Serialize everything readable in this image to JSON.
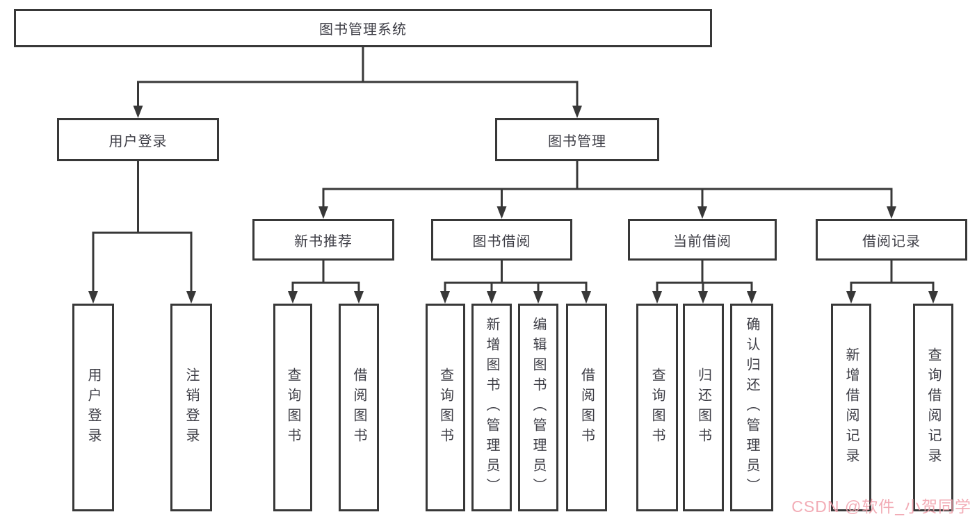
{
  "diagram": {
    "type": "hierarchy-tree",
    "colors": {
      "line": "#383838",
      "box_border": "#383838",
      "text": "#3e3e46",
      "background": "#ffffff",
      "watermark": "#f1a3ad"
    }
  },
  "tree": {
    "label": "图书管理系统",
    "children": [
      {
        "label": "用户登录",
        "children": [
          {
            "label": "用户登录"
          },
          {
            "label": "注销登录"
          }
        ]
      },
      {
        "label": "图书管理",
        "children": [
          {
            "label": "新书推荐",
            "children": [
              {
                "label": "查询图书"
              },
              {
                "label": "借阅图书"
              }
            ]
          },
          {
            "label": "图书借阅",
            "children": [
              {
                "label": "查询图书"
              },
              {
                "label": "新增图书（管理员）"
              },
              {
                "label": "编辑图书（管理员）"
              },
              {
                "label": "借阅图书"
              }
            ]
          },
          {
            "label": "当前借阅",
            "children": [
              {
                "label": "查询图书"
              },
              {
                "label": "归还图书"
              },
              {
                "label": "确认归还（管理员）"
              }
            ]
          },
          {
            "label": "借阅记录",
            "children": [
              {
                "label": "新增借阅记录"
              },
              {
                "label": "查询借阅记录"
              }
            ]
          }
        ]
      }
    ]
  },
  "watermark": "CSDN @软件_小贺同学"
}
